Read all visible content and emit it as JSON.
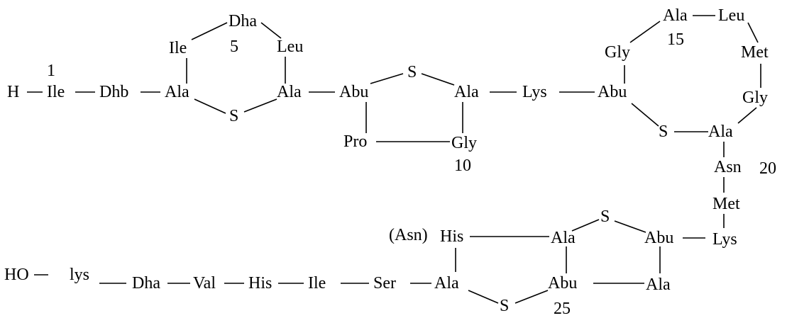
{
  "termini": {
    "n_terminus": "H",
    "c_terminus": "HO"
  },
  "residues": {
    "r1": "Ile",
    "r2": "Dhb",
    "r3": "Ala",
    "r4": "Ile",
    "r5": "Dha",
    "r6": "Leu",
    "r7": "Ala",
    "r8": "Abu",
    "r9": "Pro",
    "r10": "Gly",
    "r11": "Ala",
    "r12": "Lys",
    "r13": "Abu",
    "r14": "Gly",
    "r15": "Ala",
    "r16": "Leu",
    "r17": "Met",
    "r18": "Gly",
    "r19": "Ala",
    "r20": "Asn",
    "r21": "Met",
    "r22": "Lys",
    "r23": "Abu",
    "r24": "Ala",
    "r25": "Abu",
    "r26": "Ala",
    "r27": "His",
    "r28": "Ala",
    "r29": "Ser",
    "r30": "Ile",
    "r31": "His",
    "r32": "Val",
    "r33": "Dha",
    "r34": "lys"
  },
  "sulfur_bridges": {
    "s1": "S",
    "s2": "S",
    "s3": "S",
    "s4": "S",
    "s5": "S"
  },
  "variant_note": "(Asn)",
  "position_numbers": {
    "n1": "1",
    "n5": "5",
    "n10": "10",
    "n15": "15",
    "n20": "20",
    "n25": "25"
  }
}
